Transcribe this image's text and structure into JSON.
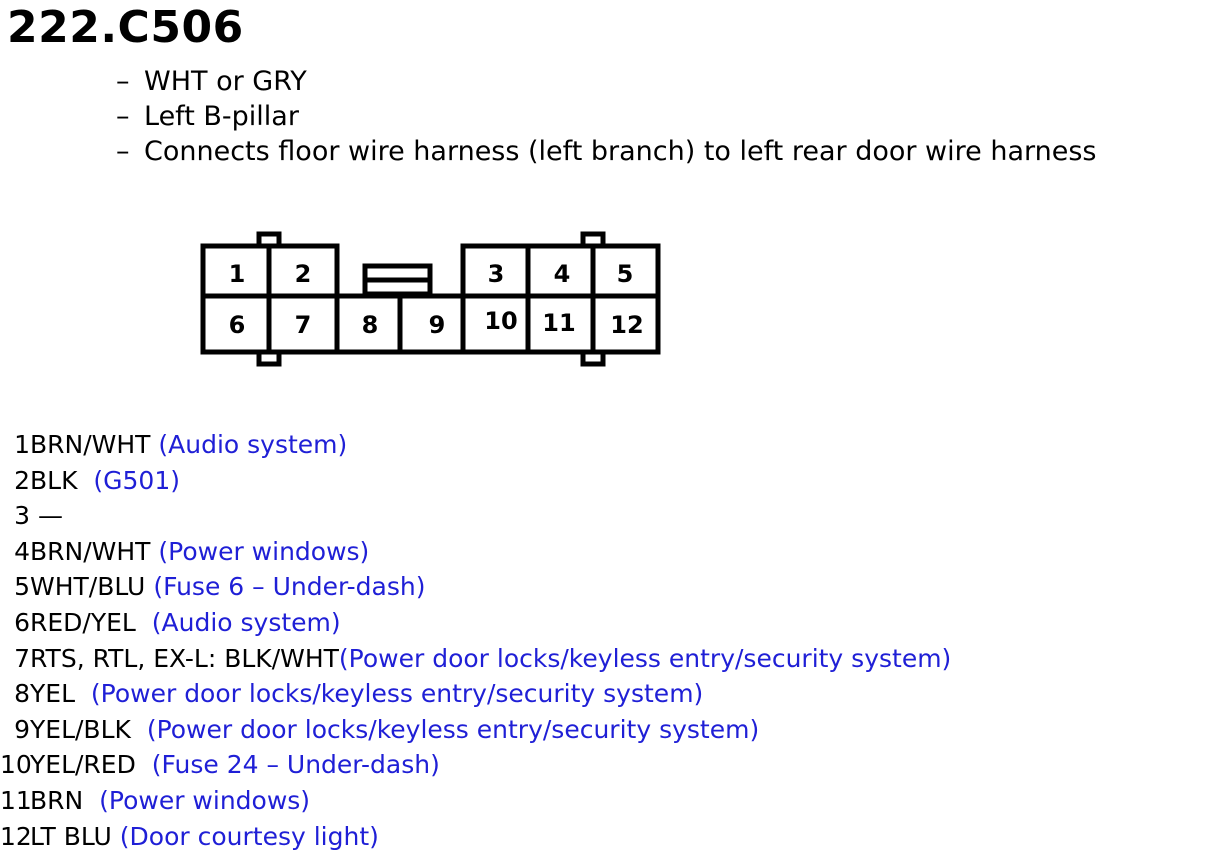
{
  "title": "222.C506",
  "notes": [
    "WHT or GRY",
    "Left B-pillar",
    "Connects floor wire harness (left branch) to left rear door wire harness"
  ],
  "note_dash": "–",
  "connector": {
    "top_row": [
      "1",
      "2",
      "3",
      "4",
      "5"
    ],
    "bottom_row": [
      "6",
      "7",
      "8",
      "9",
      "10",
      "11",
      "12"
    ]
  },
  "pins": [
    {
      "num": "1",
      "wire": "BRN/WHT",
      "desc": "(Audio system)"
    },
    {
      "num": "2",
      "wire": "BLK",
      "desc": "(G501)"
    },
    {
      "num": "3",
      "wire": "—",
      "desc": ""
    },
    {
      "num": "4",
      "wire": "BRN/WHT",
      "desc": "(Power windows)"
    },
    {
      "num": "5",
      "wire": "WHT/BLU",
      "desc": "(Fuse 6 – Under-dash)"
    },
    {
      "num": "6",
      "wire": "RED/YEL",
      "desc": "(Audio system)"
    },
    {
      "num": "7",
      "wire": "RTS, RTL, EX-L: BLK/WHT",
      "desc": "(Power door locks/keyless entry/security system)"
    },
    {
      "num": "8",
      "wire": "YEL",
      "desc": "(Power door locks/keyless entry/security system)"
    },
    {
      "num": "9",
      "wire": "YEL/BLK",
      "desc": "(Power door locks/keyless entry/security system)"
    },
    {
      "num": "10",
      "wire": "YEL/RED",
      "desc": "(Fuse 24 – Under-dash)"
    },
    {
      "num": "11",
      "wire": "BRN",
      "desc": "(Power windows)"
    },
    {
      "num": "12",
      "wire": "LT BLU",
      "desc": "(Door courtesy light)"
    }
  ]
}
